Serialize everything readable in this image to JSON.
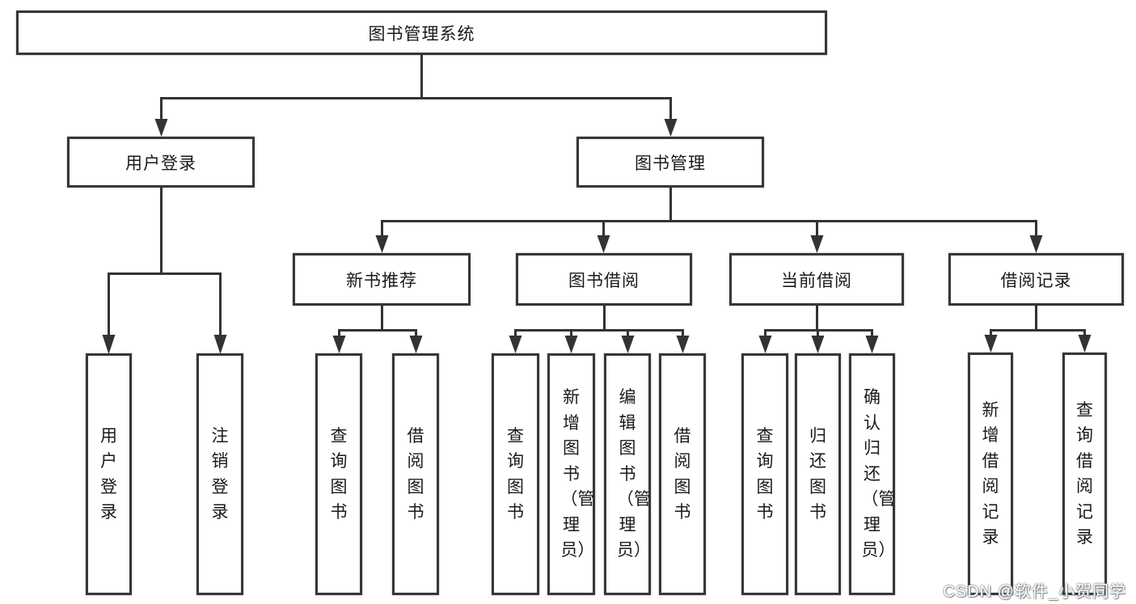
{
  "tree": {
    "root": "图书管理系统",
    "user_login": {
      "label": "用户登录",
      "children": [
        "用户登录",
        "注销登录"
      ]
    },
    "book_mgmt": {
      "label": "图书管理",
      "groups": [
        {
          "label": "新书推荐",
          "children": [
            "查询图书",
            "借阅图书"
          ]
        },
        {
          "label": "图书借阅",
          "children": [
            "查询图书",
            "新增图书（管理员）",
            "编辑图书（管理员）",
            "借阅图书"
          ]
        },
        {
          "label": "当前借阅",
          "children": [
            "查询图书",
            "归还图书",
            "确认归还（管理员）"
          ]
        },
        {
          "label": "借阅记录",
          "children": [
            "新增借阅记录",
            "查询借阅记录"
          ]
        }
      ]
    }
  },
  "watermark": "CSDN @软件_小贺同学",
  "colors": {
    "line": "#333333",
    "box_border": "#373737",
    "text": "#1a1a1a",
    "background": "#ffffff",
    "watermark_text": "#ffffff"
  }
}
